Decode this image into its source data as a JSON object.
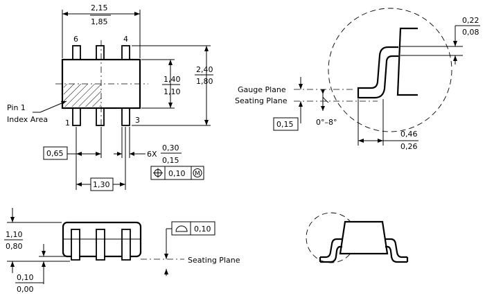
{
  "top_view": {
    "width_max": "2,15",
    "width_min": "1,85",
    "body_h_max": "1,40",
    "body_h_min": "1,10",
    "overall_h_max": "2,40",
    "overall_h_min": "1,80",
    "pin_6": "6",
    "pin_4": "4",
    "pin_1": "1",
    "pin_3": "3",
    "index_label_1": "Pin 1",
    "index_label_2": "Index Area",
    "pitch": "0,65",
    "span": "1,30",
    "lead_count": "6X",
    "lead_w_max": "0,30",
    "lead_w_min": "0,15",
    "position_tol": "0,10",
    "mmc_symbol": "M"
  },
  "detail_view": {
    "thickness_max": "0,22",
    "thickness_min": "0,08",
    "gauge_plane": "Gauge Plane",
    "seating_plane": "Seating Plane",
    "gauge_value": "0,15",
    "angle": "0°–8°",
    "foot_max": "0,46",
    "foot_min": "0,26"
  },
  "side_view": {
    "height_max": "1,10",
    "height_min": "0,80",
    "standoff_max": "0,10",
    "standoff_min": "0,00",
    "flatness": "0,10",
    "seating_plane": "Seating Plane"
  }
}
